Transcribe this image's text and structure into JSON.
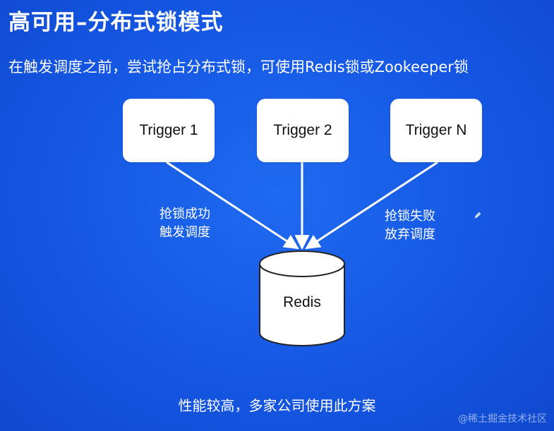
{
  "title": "高可用–分布式锁模式",
  "subtitle": "在触发调度之前，尝试抢占分布式锁，可使用Redis锁或Zookeeper锁",
  "nodes": {
    "trigger1": "Trigger 1",
    "trigger2": "Trigger 2",
    "triggerN": "Trigger N",
    "redis": "Redis"
  },
  "edges": {
    "success": {
      "line1": "抢锁成功",
      "line2": "触发调度"
    },
    "fail": {
      "line1": "抢锁失败",
      "line2": "放弃调度"
    }
  },
  "footer": "性能较高，多家公司使用此方案",
  "watermark": "@稀土掘金技术社区",
  "icons": {
    "annotation": "pen-icon"
  },
  "colors": {
    "background": "#1557e3",
    "node_fill": "#ffffff",
    "arrow": "#ffffff"
  }
}
